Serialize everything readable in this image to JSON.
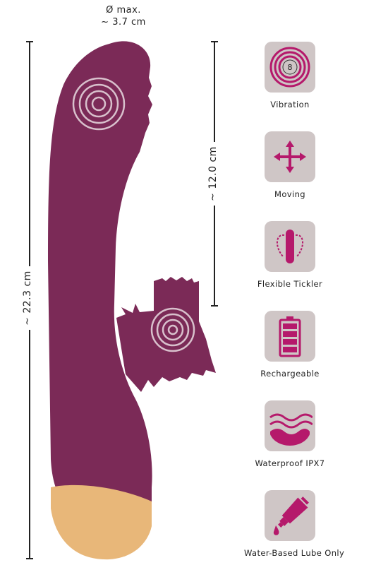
{
  "diameter": {
    "line1": "Ø max.",
    "line2": "~  3.7 cm"
  },
  "length_total": "~ 22.3 cm",
  "length_insertable": "~ 12.0 cm",
  "vibration_level": "8",
  "features": [
    {
      "label": "Vibration",
      "icon": "vibration-icon"
    },
    {
      "label": "Moving",
      "icon": "move-arrows-icon"
    },
    {
      "label": "Flexible Tickler",
      "icon": "tickler-icon"
    },
    {
      "label": "Rechargeable",
      "icon": "battery-icon"
    },
    {
      "label": "Waterproof IPX7",
      "icon": "waves-icon"
    },
    {
      "label": "Water-Based Lube Only",
      "icon": "lube-tube-icon"
    }
  ],
  "colors": {
    "product": "#7b2a57",
    "tip": "#e8b779",
    "tile": "#cfc6c6",
    "accent": "#b5196b"
  }
}
